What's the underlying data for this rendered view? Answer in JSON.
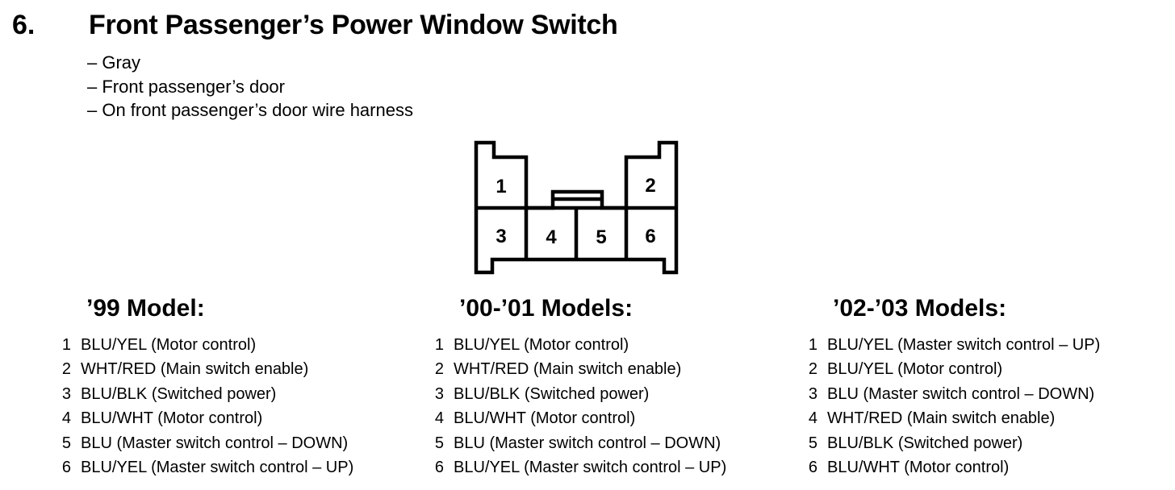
{
  "page": {
    "number": "6.",
    "title": "Front Passenger’s Power Window Switch"
  },
  "bullets": [
    "– Gray",
    "– Front passenger’s door",
    "– On front passenger’s door wire harness"
  ],
  "connector": {
    "pins": [
      "1",
      "2",
      "3",
      "4",
      "5",
      "6"
    ]
  },
  "columns": [
    {
      "header": "’99 Model:",
      "rows": [
        {
          "pin": "1",
          "label": "BLU/YEL (Motor control)"
        },
        {
          "pin": "2",
          "label": "WHT/RED (Main switch enable)"
        },
        {
          "pin": "3",
          "label": "BLU/BLK (Switched power)"
        },
        {
          "pin": "4",
          "label": "BLU/WHT (Motor control)"
        },
        {
          "pin": "5",
          "label": "BLU (Master switch control – DOWN)"
        },
        {
          "pin": "6",
          "label": "BLU/YEL (Master switch control – UP)"
        }
      ]
    },
    {
      "header": "’00-’01 Models:",
      "rows": [
        {
          "pin": "1",
          "label": "BLU/YEL (Motor control)"
        },
        {
          "pin": "2",
          "label": "WHT/RED (Main switch enable)"
        },
        {
          "pin": "3",
          "label": "BLU/BLK (Switched power)"
        },
        {
          "pin": "4",
          "label": "BLU/WHT (Motor control)"
        },
        {
          "pin": "5",
          "label": "BLU (Master switch control – DOWN)"
        },
        {
          "pin": "6",
          "label": "BLU/YEL (Master switch control – UP)"
        }
      ]
    },
    {
      "header": "’02-’03 Models:",
      "rows": [
        {
          "pin": "1",
          "label": "BLU/YEL (Master switch control – UP)"
        },
        {
          "pin": "2",
          "label": "BLU/YEL (Motor control)"
        },
        {
          "pin": "3",
          "label": "BLU (Master switch control – DOWN)"
        },
        {
          "pin": "4",
          "label": "WHT/RED (Main switch enable)"
        },
        {
          "pin": "5",
          "label": "BLU/BLK (Switched power)"
        },
        {
          "pin": "6",
          "label": "BLU/WHT (Motor control)"
        }
      ]
    }
  ]
}
